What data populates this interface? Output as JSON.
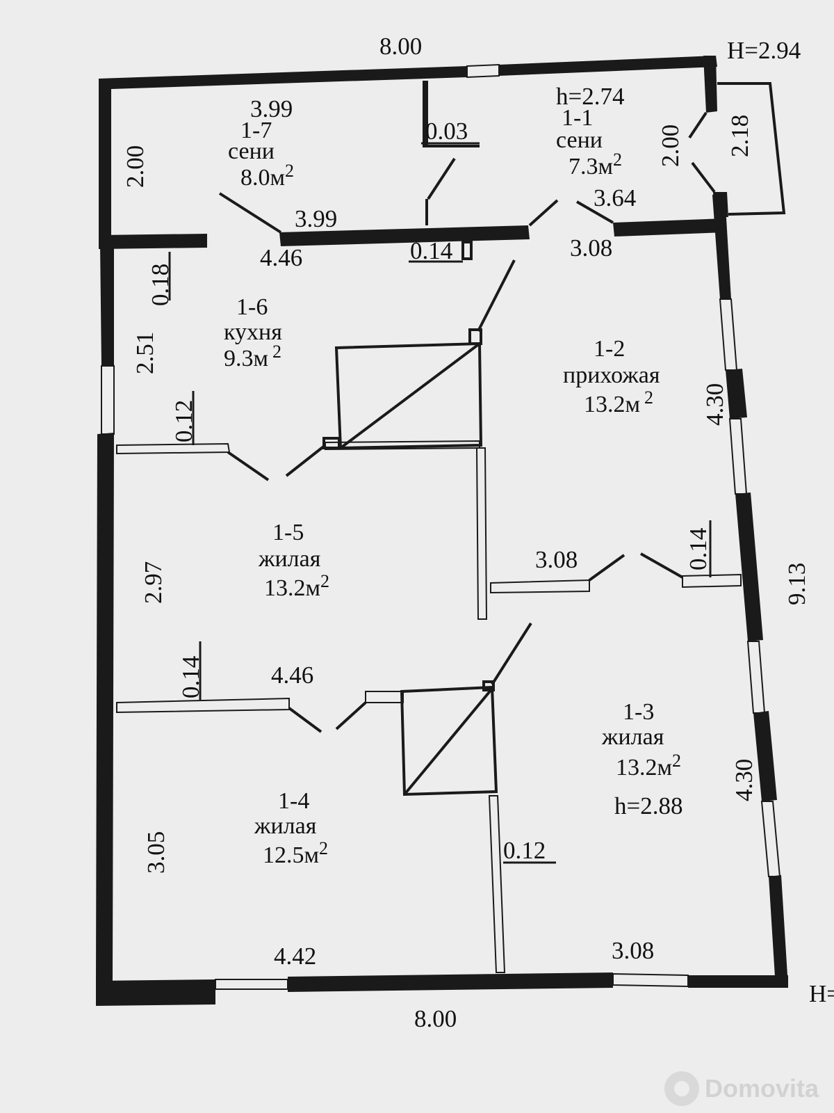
{
  "dimensions": {
    "top_width": "8.00",
    "bottom_width": "8.00",
    "H_top": "H=2.94",
    "H_bottom": "H=",
    "d_3_99_top": "3.99",
    "d_0_03": "0.03",
    "d_h_2_74": "h=2.74",
    "d_2_00_left": "2.00",
    "d_2_00_porch": "2.00",
    "d_2_18": "2.18",
    "d_3_99_mid": "3.99",
    "d_4_46_top": "4.46",
    "d_0_14_top": "0.14",
    "d_3_64": "3.64",
    "d_3_08_top": "3.08",
    "d_0_18": "0.18",
    "d_2_51": "2.51",
    "d_0_12_kitchen": "0.12",
    "d_4_30_upper": "4.30",
    "d_2_97": "2.97",
    "d_3_08_mid": "3.08",
    "d_0_14_right": "0.14",
    "d_9_13": "9.13",
    "d_0_14_left": "0.14",
    "d_4_46_mid": "4.46",
    "d_4_30_lower": "4.30",
    "d_3_05": "3.05",
    "d_0_12_bottom": "0.12",
    "d_4_42": "4.42",
    "d_3_08_bottom": "3.08",
    "h_2_88": "h=2.88"
  },
  "rooms": [
    {
      "id": "1-7",
      "name": "сени",
      "area": "8.0м",
      "sup": "2"
    },
    {
      "id": "1-1",
      "name": "сени",
      "area": "7.3м",
      "sup": "2"
    },
    {
      "id": "1-6",
      "name": "кухня",
      "area": "9.3м",
      "sup": "2"
    },
    {
      "id": "1-2",
      "name": "прихожая",
      "area": "13.2м",
      "sup": "2"
    },
    {
      "id": "1-5",
      "name": "жилая",
      "area": "13.2м",
      "sup": "2"
    },
    {
      "id": "1-3",
      "name": "жилая",
      "area": "13.2м",
      "sup": "2"
    },
    {
      "id": "1-4",
      "name": "жилая",
      "area": "12.5м",
      "sup": "2"
    }
  ],
  "watermark": {
    "text": "Domovita"
  },
  "colors": {
    "paper": "#ededed",
    "ink": "#1a1a1a"
  }
}
